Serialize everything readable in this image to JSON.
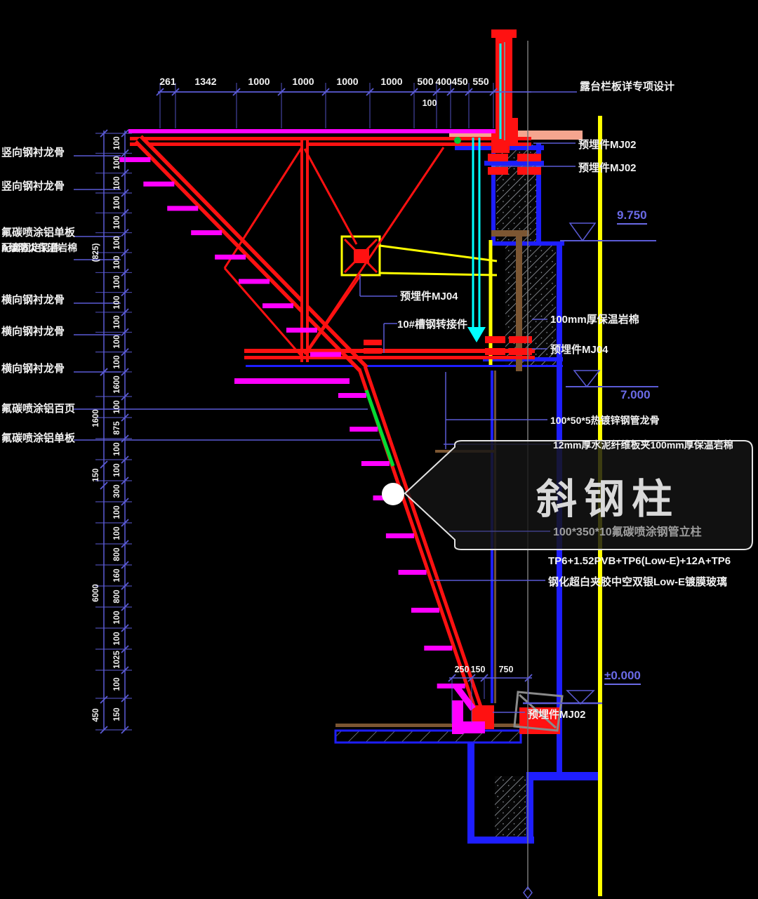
{
  "colors": {
    "red": "#ff1111",
    "magenta": "#ff00ff",
    "yellow": "#ffff00",
    "cyan": "#00ffff",
    "structure_blue": "#1e1eff",
    "dim_blue": "#5b5bd6",
    "salmon": "#f5a58f",
    "brown": "#7c5632",
    "white": "#f2f2f2"
  },
  "callout": {
    "title": "斜钢柱",
    "subtitle": "100*350*10氟碳喷涂钢管立柱"
  },
  "notes": {
    "top_right": "露台栏板详专项设计"
  },
  "labels_left": [
    {
      "text": "竖向钢衬龙骨"
    },
    {
      "text": "竖向钢衬龙骨"
    },
    {
      "text": "氟碳喷涂铝单板"
    },
    {
      "text": "A级防火保温岩棉",
      "text2": "配套固定钉件"
    },
    {
      "text": "横向钢衬龙骨"
    },
    {
      "text": "横向钢衬龙骨"
    },
    {
      "text": "横向钢衬龙骨"
    },
    {
      "text": "氟碳喷涂铝百页"
    },
    {
      "text": "氟碳喷涂铝单板"
    }
  ],
  "labels_right": [
    {
      "text": "预埋件MJ02"
    },
    {
      "text": "预埋件MJ02"
    },
    {
      "text": "100mm厚保温岩棉"
    },
    {
      "text": "预埋件MJ04"
    },
    {
      "text": "100*50*5热镀锌钢管龙骨"
    },
    {
      "text": "12mm厚水泥纤维板夹100mm厚保温岩棉"
    },
    {
      "text": "TP6+1.52PVB+TP6(Low-E)+12A+TP6"
    },
    {
      "text": "钢化超白夹胶中空双银Low-E镀膜玻璃"
    },
    {
      "text": "预埋件MJ02"
    }
  ],
  "labels_center": [
    {
      "text": "预埋件MJ04"
    },
    {
      "text": "10#槽钢转接件"
    }
  ],
  "elevations": [
    {
      "value": "9.750"
    },
    {
      "value": "7.000"
    },
    {
      "value": "±0.000"
    }
  ],
  "dims": {
    "top": {
      "values": [
        "261",
        "1342",
        "1000",
        "1000",
        "1000",
        "1000",
        "500",
        "400",
        "450",
        "550"
      ],
      "sub": "100"
    },
    "left_upper_inner": [
      "100",
      "100",
      "100",
      "100",
      "100",
      "100",
      "100",
      "100",
      "100",
      "100",
      "100",
      "100"
    ],
    "left_upper_outer": [
      "(825)"
    ],
    "left_lower_inner": [
      "1600",
      "100",
      "875",
      "100",
      "100",
      "300",
      "100",
      "100",
      "800",
      "160",
      "800",
      "100",
      "100",
      "1025",
      "100",
      "150"
    ],
    "left_lower_outer": [
      "1600",
      "150",
      "6000",
      "450"
    ],
    "bottom": [
      "250",
      "150",
      "750"
    ]
  }
}
